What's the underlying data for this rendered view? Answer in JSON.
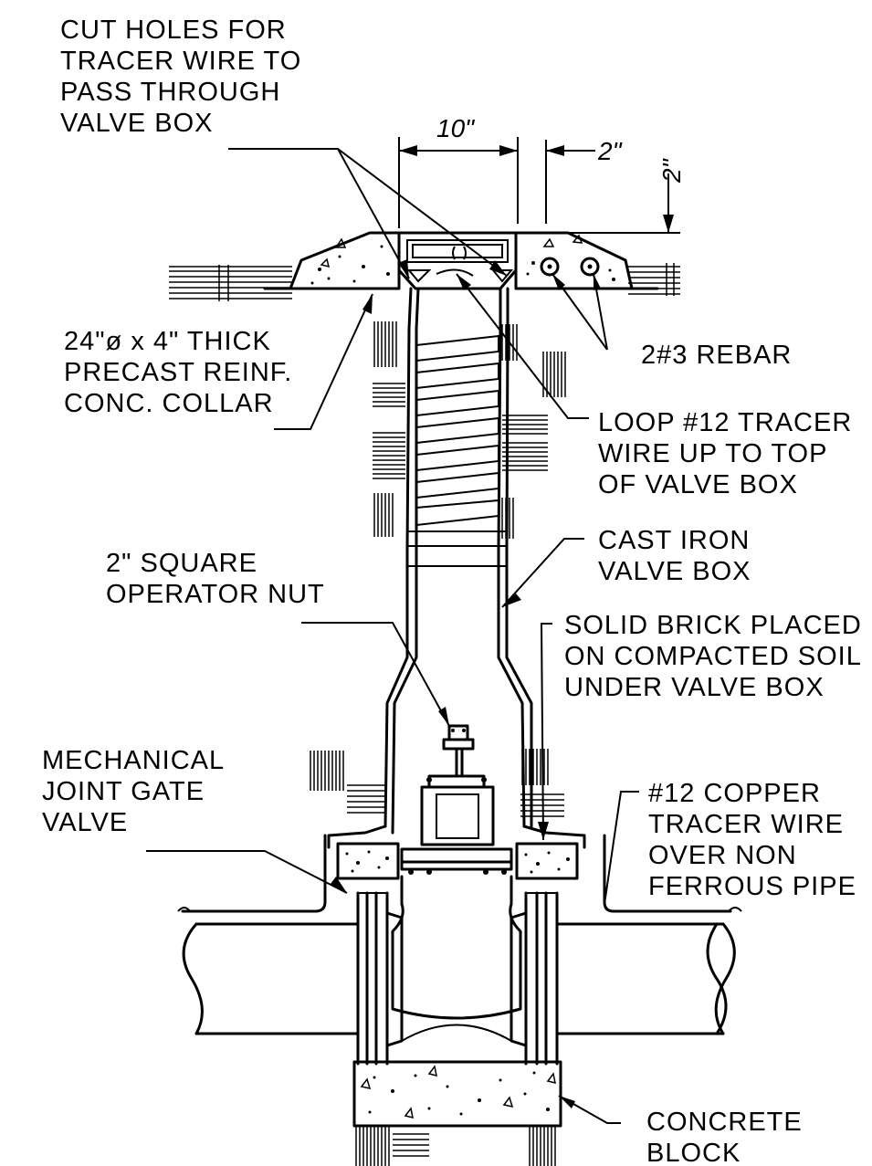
{
  "labels": {
    "cut_holes": [
      "CUT HOLES FOR",
      "TRACER WIRE TO",
      "PASS THROUGH",
      "VALVE BOX"
    ],
    "collar": [
      "24\"ø x 4\" THICK",
      "PRECAST REINF.",
      "CONC. COLLAR"
    ],
    "rebar": [
      "2#3 REBAR"
    ],
    "tracer_loop": [
      "LOOP #12 TRACER",
      "WIRE UP TO TOP",
      "OF VALVE BOX"
    ],
    "valve_box": [
      "CAST IRON",
      "VALVE BOX"
    ],
    "operator_nut": [
      "2\" SQUARE",
      "OPERATOR NUT"
    ],
    "brick": [
      "SOLID BRICK PLACED",
      "ON COMPACTED SOIL",
      "UNDER VALVE BOX"
    ],
    "gate_valve": [
      "MECHANICAL",
      "JOINT GATE",
      "VALVE"
    ],
    "copper_wire": [
      "#12 COPPER",
      "TRACER WIRE",
      "OVER NON",
      "FERROUS PIPE"
    ],
    "concrete_block": [
      "CONCRETE",
      "BLOCK"
    ]
  },
  "dimensions": {
    "box_width": "10\"",
    "collar_offset": "2\"",
    "collar_height": "2\""
  },
  "colors": {
    "line": "#000000",
    "background": "#ffffff"
  }
}
